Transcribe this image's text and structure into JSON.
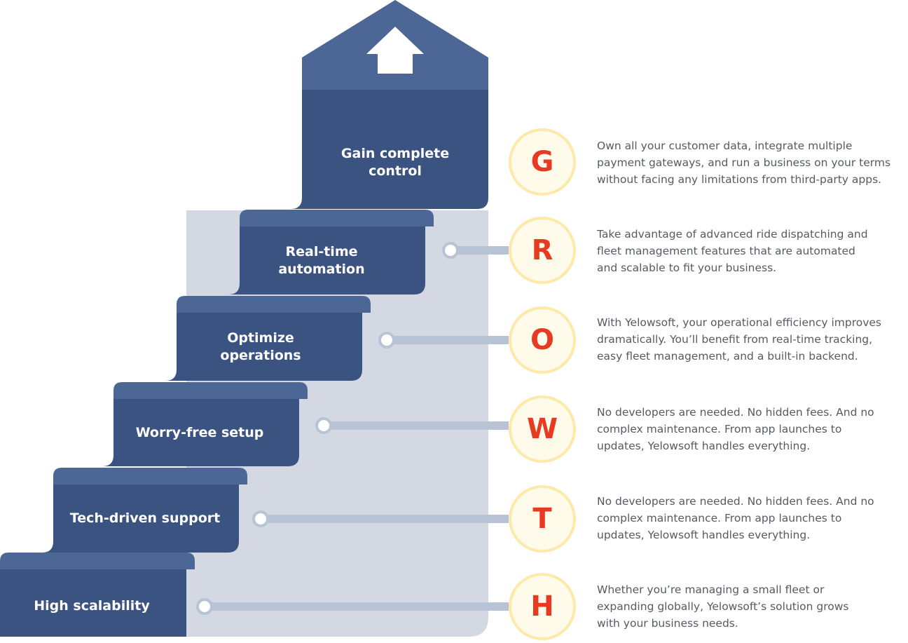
{
  "steps": [
    {
      "label": "Gain complete\ncontrol"
    },
    {
      "label": "Real-time\nautomation"
    },
    {
      "label": "Optimize\noperations"
    },
    {
      "label": "Worry-free setup"
    },
    {
      "label": "Tech-driven support"
    },
    {
      "label": "High scalability"
    }
  ],
  "growth": [
    {
      "letter": "G",
      "text": "Own all your customer data, integrate multiple payment gateways, and run a business on your terms without facing any limitations from third-party apps."
    },
    {
      "letter": "R",
      "text": "Take advantage of advanced ride dispatching and fleet management features that are automated and scalable to fit your business."
    },
    {
      "letter": "O",
      "text": "With Yelowsoft, your operational efficiency improves dramatically. You’ll benefit from real-time tracking, easy fleet management, and a built-in backend."
    },
    {
      "letter": "W",
      "text": "No developers are needed. No hidden fees. And no complex maintenance. From app launches to updates, Yelowsoft handles everything."
    },
    {
      "letter": "T",
      "text": "No developers are needed. No hidden fees. And no complex maintenance. From app launches to updates, Yelowsoft handles everything."
    },
    {
      "letter": "H",
      "text": "Whether you’re managing a small fleet or expanding globally, Yelowsoft’s solution grows with your business needs."
    }
  ],
  "icons": {
    "top": "up-arrow-icon"
  },
  "colors": {
    "step_dark": "#3a5380",
    "step_light": "#4c6795",
    "backdrop": "#d3d8e3",
    "connector": "#b8c3d6",
    "letter": "#e63a22",
    "circle_fill": "#fffbea",
    "circle_border": "#fde9a9",
    "text": "#555a63"
  }
}
